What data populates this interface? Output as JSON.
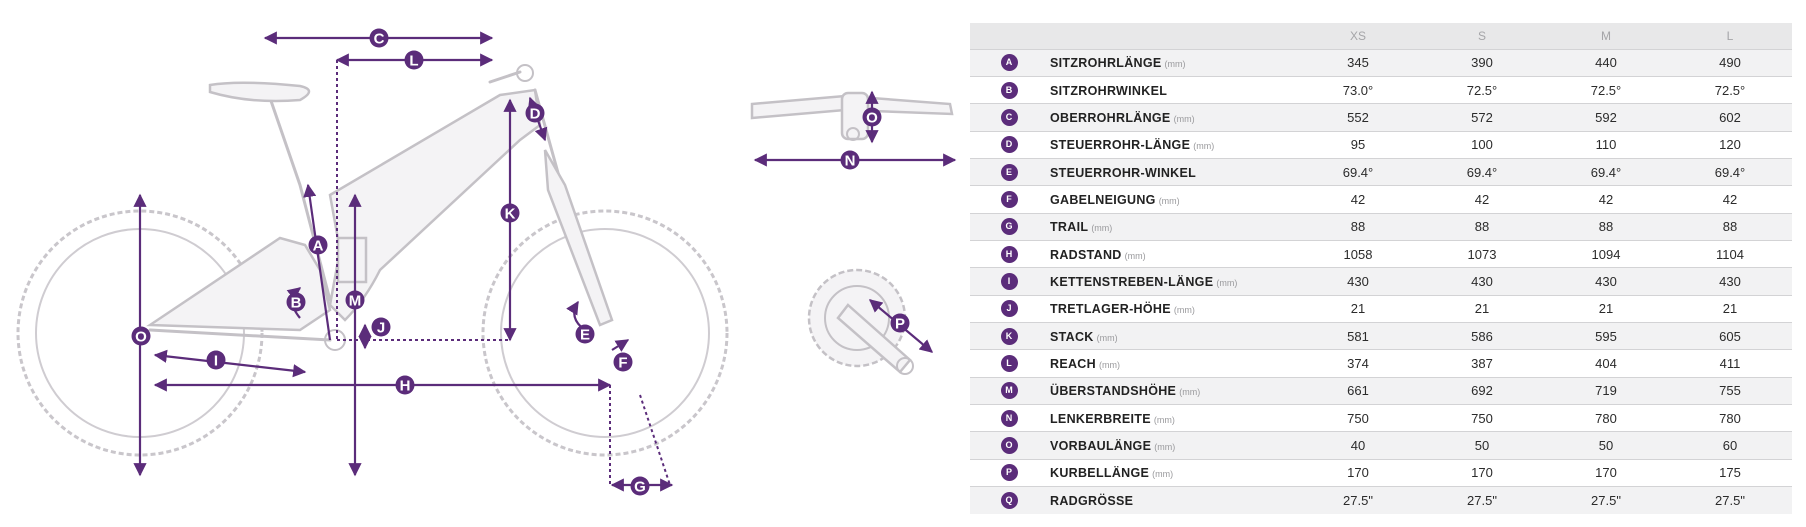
{
  "drawing": {
    "dimension_labels": [
      "C",
      "L",
      "D",
      "K",
      "A",
      "M",
      "B",
      "J",
      "O",
      "I",
      "H",
      "E",
      "F",
      "G",
      "O",
      "N",
      "P"
    ]
  },
  "table": {
    "size_header": "",
    "sizes": [
      "XS",
      "S",
      "M",
      "L"
    ],
    "rows": [
      {
        "key": "A",
        "label": "SITZROHRLÄNGE",
        "unit": "(mm)",
        "values": [
          "345",
          "390",
          "440",
          "490"
        ]
      },
      {
        "key": "B",
        "label": "SITZROHRWINKEL",
        "unit": "",
        "values": [
          "73.0°",
          "72.5°",
          "72.5°",
          "72.5°"
        ]
      },
      {
        "key": "C",
        "label": "OBERROHRLÄNGE",
        "unit": "(mm)",
        "values": [
          "552",
          "572",
          "592",
          "602"
        ]
      },
      {
        "key": "D",
        "label": "STEUERROHR-LÄNGE",
        "unit": "(mm)",
        "values": [
          "95",
          "100",
          "110",
          "120"
        ]
      },
      {
        "key": "E",
        "label": "STEUERROHR-WINKEL",
        "unit": "",
        "values": [
          "69.4°",
          "69.4°",
          "69.4°",
          "69.4°"
        ]
      },
      {
        "key": "F",
        "label": "GABELNEIGUNG",
        "unit": "(mm)",
        "values": [
          "42",
          "42",
          "42",
          "42"
        ]
      },
      {
        "key": "G",
        "label": "TRAIL",
        "unit": "(mm)",
        "values": [
          "88",
          "88",
          "88",
          "88"
        ]
      },
      {
        "key": "H",
        "label": "RADSTAND",
        "unit": "(mm)",
        "values": [
          "1058",
          "1073",
          "1094",
          "1104"
        ]
      },
      {
        "key": "I",
        "label": "KETTENSTREBEN-LÄNGE",
        "unit": "(mm)",
        "values": [
          "430",
          "430",
          "430",
          "430"
        ]
      },
      {
        "key": "J",
        "label": "TRETLAGER-HÖHE",
        "unit": "(mm)",
        "values": [
          "21",
          "21",
          "21",
          "21"
        ]
      },
      {
        "key": "K",
        "label": "STACK",
        "unit": "(mm)",
        "values": [
          "581",
          "586",
          "595",
          "605"
        ]
      },
      {
        "key": "L",
        "label": "REACH",
        "unit": "(mm)",
        "values": [
          "374",
          "387",
          "404",
          "411"
        ]
      },
      {
        "key": "M",
        "label": "ÜBERSTANDSHÖHE",
        "unit": "(mm)",
        "values": [
          "661",
          "692",
          "719",
          "755"
        ]
      },
      {
        "key": "N",
        "label": "LENKERBREITE",
        "unit": "(mm)",
        "values": [
          "750",
          "750",
          "780",
          "780"
        ]
      },
      {
        "key": "O",
        "label": "VORBAULÄNGE",
        "unit": "(mm)",
        "values": [
          "40",
          "50",
          "50",
          "60"
        ]
      },
      {
        "key": "P",
        "label": "KURBELLÄNGE",
        "unit": "(mm)",
        "values": [
          "170",
          "170",
          "170",
          "175"
        ]
      },
      {
        "key": "Q",
        "label": "RADGRÖSSE",
        "unit": "",
        "values": [
          "27.5\"",
          "27.5\"",
          "27.5\"",
          "27.5\""
        ]
      }
    ]
  },
  "colors": {
    "accent": "#5b2c7a",
    "frame_line": "#c4c1c6",
    "row_shade": "#f2f2f3",
    "header_bg": "#e8e8e9"
  }
}
